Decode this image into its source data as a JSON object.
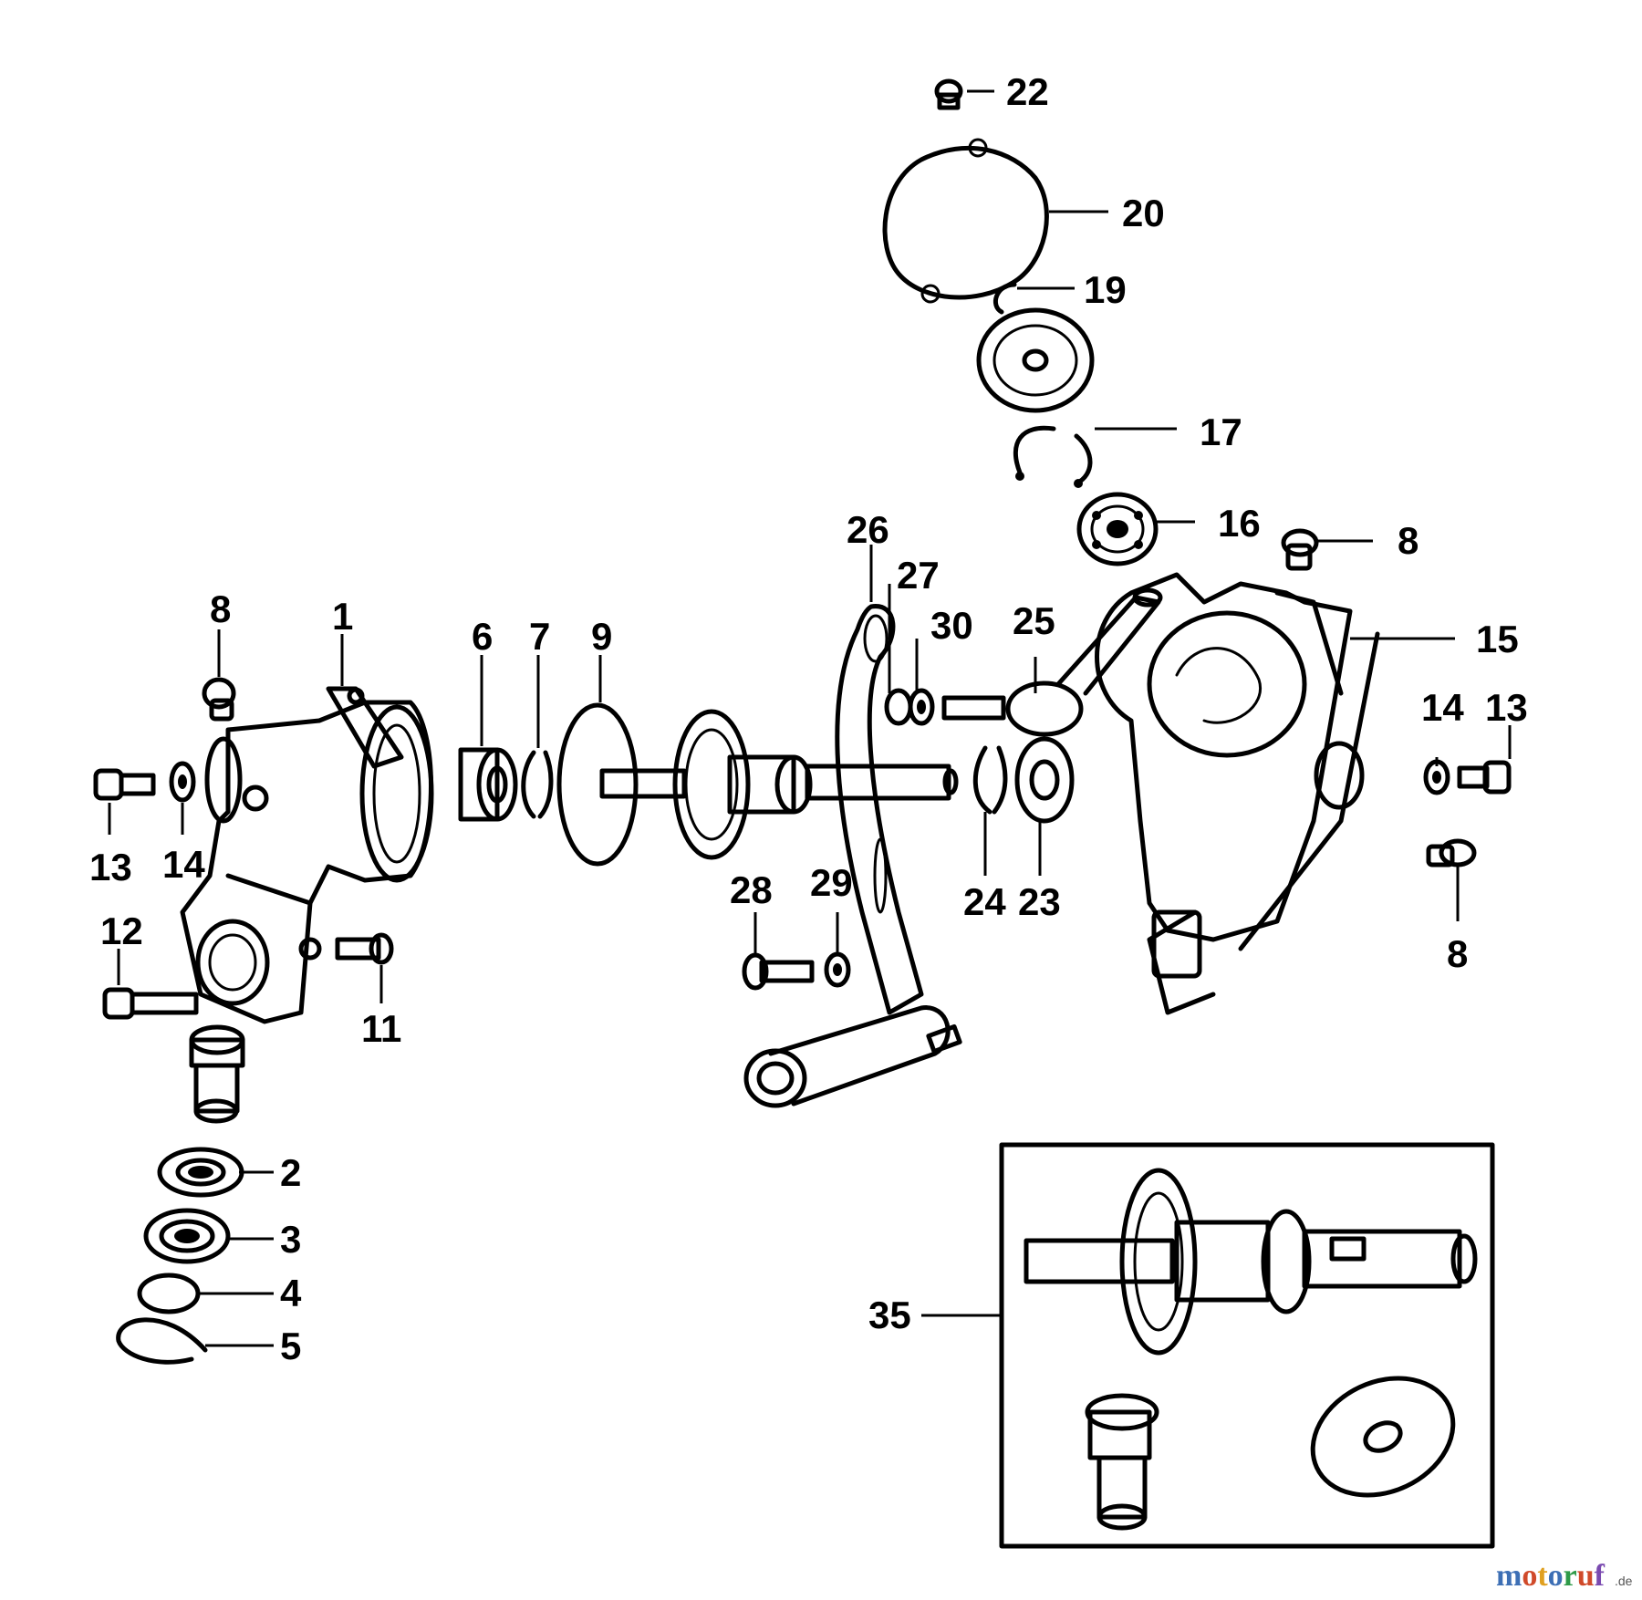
{
  "diagram": {
    "labels": {
      "p1": "1",
      "p2": "2",
      "p3": "3",
      "p4": "4",
      "p5": "5",
      "p6": "6",
      "p7": "7",
      "p8a": "8",
      "p8b": "8",
      "p8c": "8",
      "p9": "9",
      "p11": "11",
      "p12": "12",
      "p13a": "13",
      "p13b": "13",
      "p14a": "14",
      "p14b": "14",
      "p15": "15",
      "p16": "16",
      "p17": "17",
      "p19": "19",
      "p20": "20",
      "p22": "22",
      "p23": "23",
      "p24": "24",
      "p25": "25",
      "p26": "26",
      "p27": "27",
      "p28": "28",
      "p29": "29",
      "p30": "30",
      "p35": "35"
    }
  },
  "watermark": {
    "text": "motoruf",
    "suffix": ".de",
    "colors": [
      "#3d6fb5",
      "#d04a2a",
      "#e0a020",
      "#3d6fb5",
      "#2e9a48",
      "#d04a2a",
      "#7a4ab0"
    ]
  }
}
